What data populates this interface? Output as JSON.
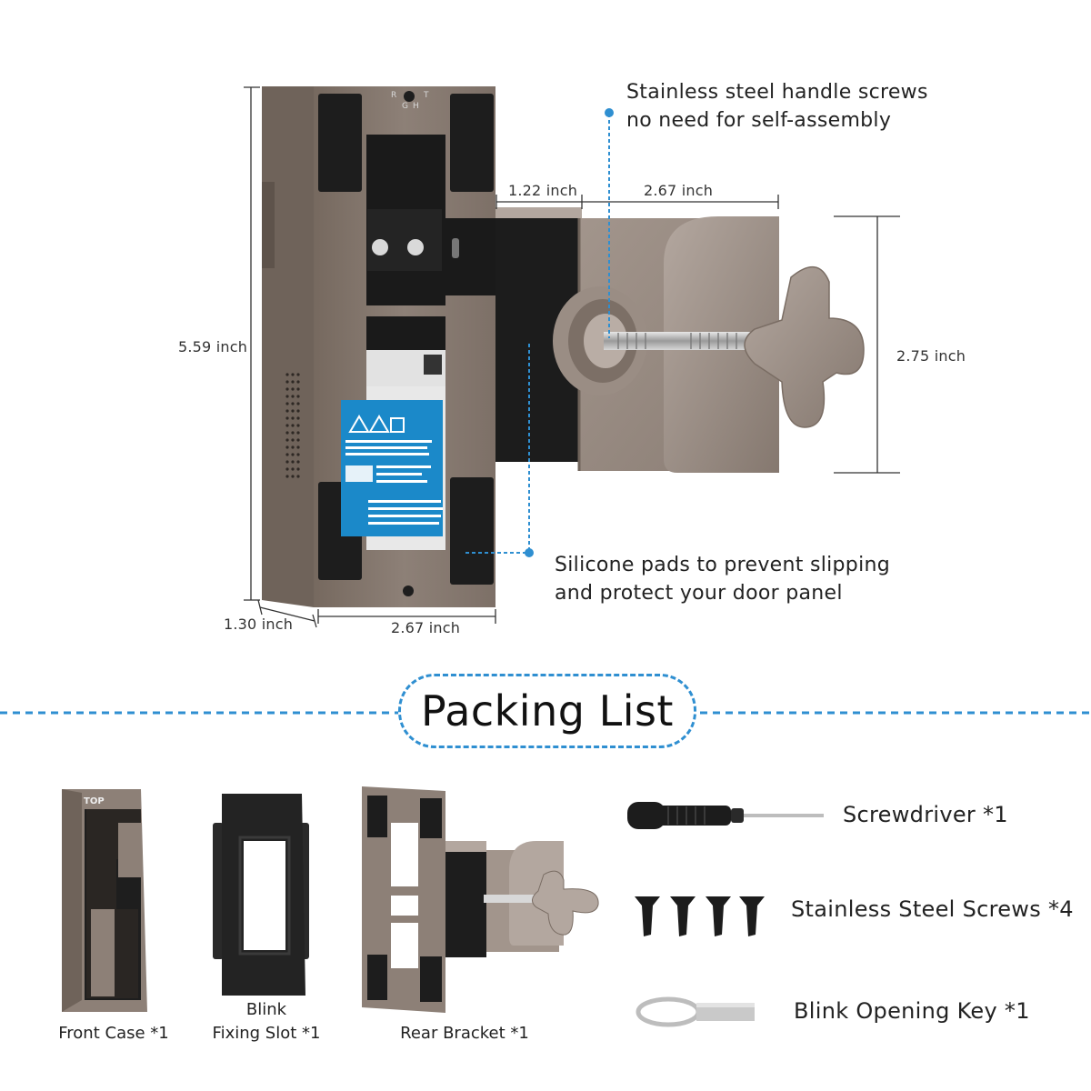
{
  "colors": {
    "metal": "#8a7c72",
    "metal_dark": "#6e625a",
    "metal_light": "#a99d94",
    "pad": "#1d1d1d",
    "accent": "#2f8fd1",
    "label_blue": "#1b89c9"
  },
  "diagram": {
    "dimensions": {
      "height": "5.59 inch",
      "depth": "1.30 inch",
      "width": "2.67 inch",
      "gap": "1.22 inch",
      "clamp_depth": "2.67 inch",
      "clamp_height": "2.75 inch"
    },
    "callouts": {
      "screws_line1": "Stainless steel handle screws",
      "screws_line2": "no need for self-assembly",
      "pads_line1": "Silicone pads to prevent slipping",
      "pads_line2": "and protect your door panel"
    },
    "plate_letters": [
      "R",
      "G",
      "H",
      "T"
    ]
  },
  "packing_list": {
    "title": "Packing List",
    "items": [
      {
        "label_line1": "",
        "label_line2": "Front Case *1",
        "icon": "front-case-icon"
      },
      {
        "label_line1": "Blink",
        "label_line2": "Fixing Slot *1",
        "icon": "fixing-slot-icon"
      },
      {
        "label_line1": "",
        "label_line2": "Rear Bracket *1",
        "icon": "rear-bracket-icon"
      }
    ],
    "accessories": [
      {
        "label": "Screwdriver *1",
        "icon": "screwdriver-icon"
      },
      {
        "label": "Stainless Steel Screws *4",
        "icon": "screws-icon"
      },
      {
        "label": "Blink Opening Key *1",
        "icon": "opening-key-icon"
      }
    ],
    "front_case_tag": "TOP"
  }
}
